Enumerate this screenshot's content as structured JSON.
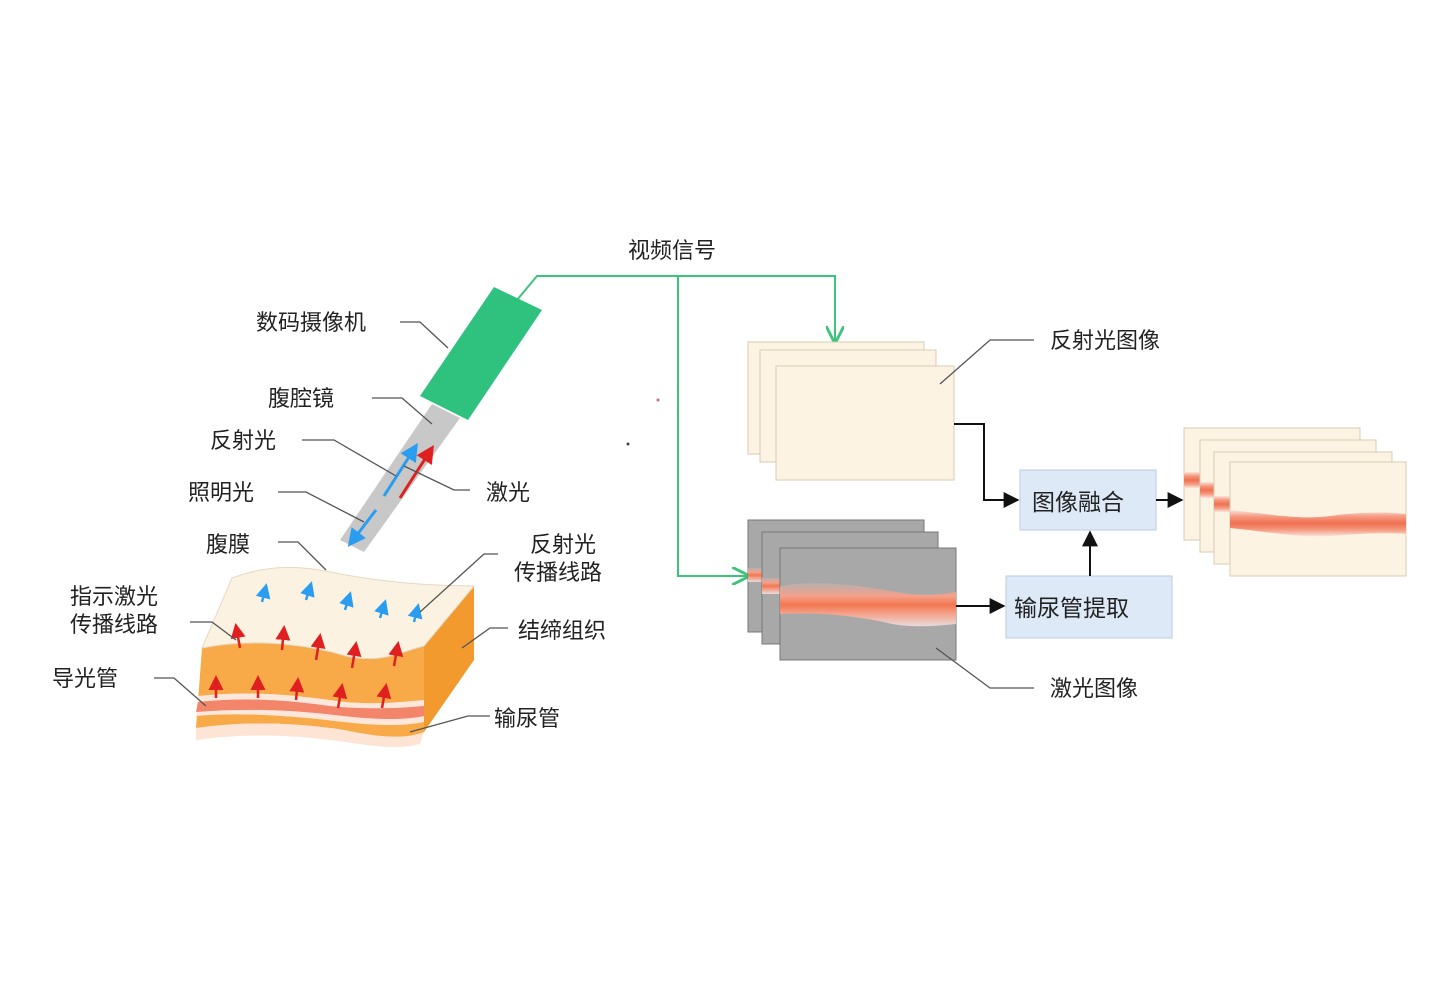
{
  "labels": {
    "video_signal": "视频信号",
    "camera": "数码摄像机",
    "laparoscope": "腹腔镜",
    "reflected_light": "反射光",
    "illumination": "照明光",
    "laser": "激光",
    "peritoneum": "腹膜",
    "reflect_path_1": "反射光",
    "reflect_path_2": "传播线路",
    "indicator_path_1": "指示激光",
    "indicator_path_2": "传播线路",
    "connective_tissue": "结缔组织",
    "light_guide": "导光管",
    "ureter": "输尿管",
    "reflected_image": "反射光图像",
    "laser_image": "激光图像",
    "image_fusion": "图像融合",
    "ureter_extraction": "输尿管提取"
  },
  "colors": {
    "signal_line": "#3cc47a",
    "camera": "#2ec27e",
    "frame_fill": "#fcf3e3",
    "gray_frame": "#a8a8a8",
    "box_fill": "#dde9f6",
    "ureter_band": "#f07a5e",
    "tissue_orange": "#f6a03c",
    "arrow_blue": "#2a9df0",
    "arrow_red": "#e02020"
  }
}
